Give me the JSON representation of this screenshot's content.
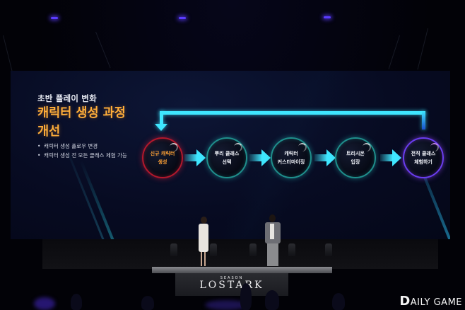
{
  "slide": {
    "kicker": "초반 플레이 변화",
    "headline_line1": "캐릭터 생성 과정",
    "headline_line2": "개선",
    "bullets": [
      "캐릭터 생성 플로우 변경",
      "캐릭터 생성 전 모든 클래스 체험 가능"
    ],
    "flow": [
      {
        "line1": "신규 캐릭터",
        "line2": "생성",
        "style": "start"
      },
      {
        "line1": "뿌리 클래스",
        "line2": "선택",
        "style": "mid"
      },
      {
        "line1": "캐릭터",
        "line2": "커스터마이징",
        "style": "mid"
      },
      {
        "line1": "트리시온",
        "line2": "입장",
        "style": "mid"
      },
      {
        "line1": "전직 클래스",
        "line2": "체험하기",
        "style": "end"
      }
    ],
    "colors": {
      "headline": "#ffae3a",
      "arrow": "#3fe6ff",
      "start_ring": "#b3182c",
      "mid_ring": "#1f8f8c",
      "end_ring": "#6a3df0",
      "screen_bg": "#070b22"
    }
  },
  "stage": {
    "logo_season": "SEASON",
    "logo_main": "LOSTARK"
  },
  "watermark": {
    "first_letter": "D",
    "rest": "AILY GAME"
  }
}
